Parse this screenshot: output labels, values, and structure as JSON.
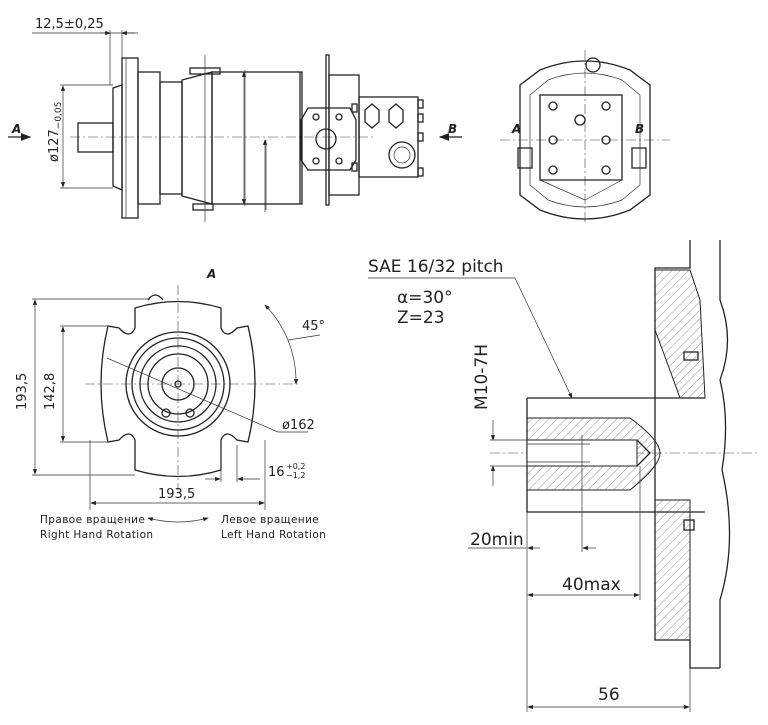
{
  "side_view": {
    "dim_flange": "12,5±0,25",
    "dim_pilot": "ø127",
    "dim_pilot_tol": "−0,05",
    "arrow_a": "A",
    "arrow_b": "B"
  },
  "end_view_b": {
    "port_a": "A",
    "port_b": "B"
  },
  "view_a": {
    "title": "A",
    "dim_height": "193,5",
    "dim_bolt": "142,8",
    "dim_width": "193,5",
    "dim_angle": "45°",
    "dim_circle": "ø162",
    "dim_slot": "16",
    "dim_slot_tol_upper": "+0,2",
    "dim_slot_tol_lower": "−1,2",
    "rotation_right_ru": "Правое вращение",
    "rotation_right_en": "Right Hand Rotation",
    "rotation_left_ru": "Левое вращение",
    "rotation_left_en": "Left Hand Rotation"
  },
  "shaft_section": {
    "spline": "SAE 16/32 pitch",
    "alpha": "α=30°",
    "teeth": "Z=23",
    "thread": "M10-7H",
    "dim_min": "20min",
    "dim_max": "40max",
    "dim_56": "56"
  }
}
